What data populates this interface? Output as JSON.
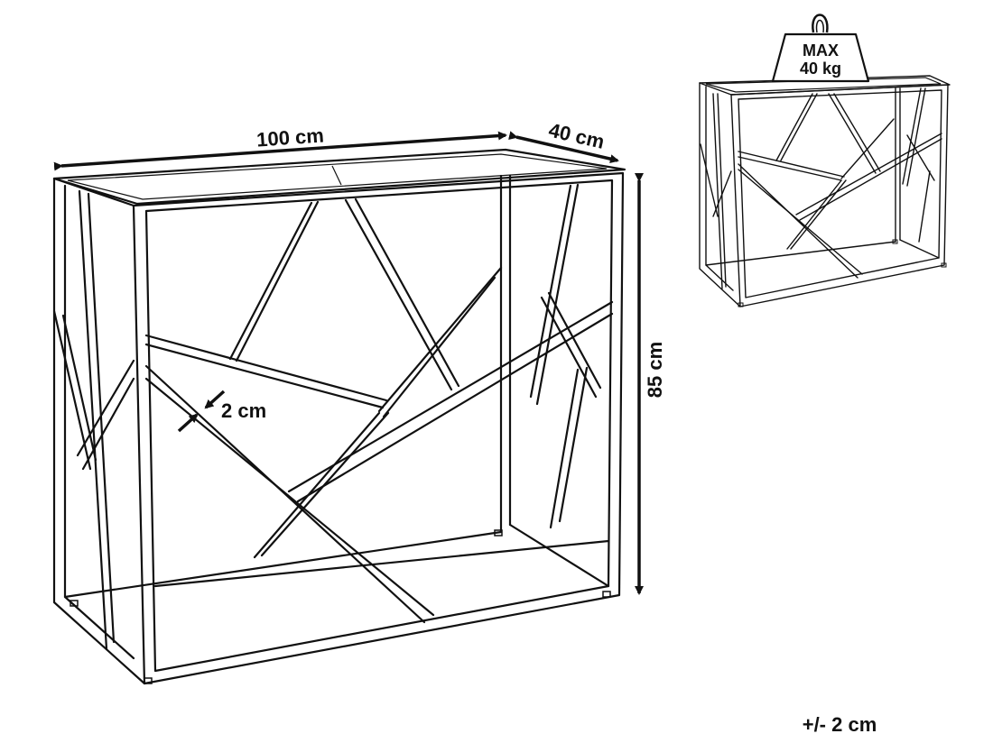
{
  "dimensions": {
    "width_label": "100 cm",
    "depth_label": "40 cm",
    "height_label": "85 cm",
    "tube_label": "2 cm",
    "tolerance_label": "+/- 2 cm"
  },
  "weight_badge": {
    "line1": "MAX",
    "line2": "40 kg"
  },
  "colors": {
    "line": "#111111",
    "background": "#ffffff"
  }
}
